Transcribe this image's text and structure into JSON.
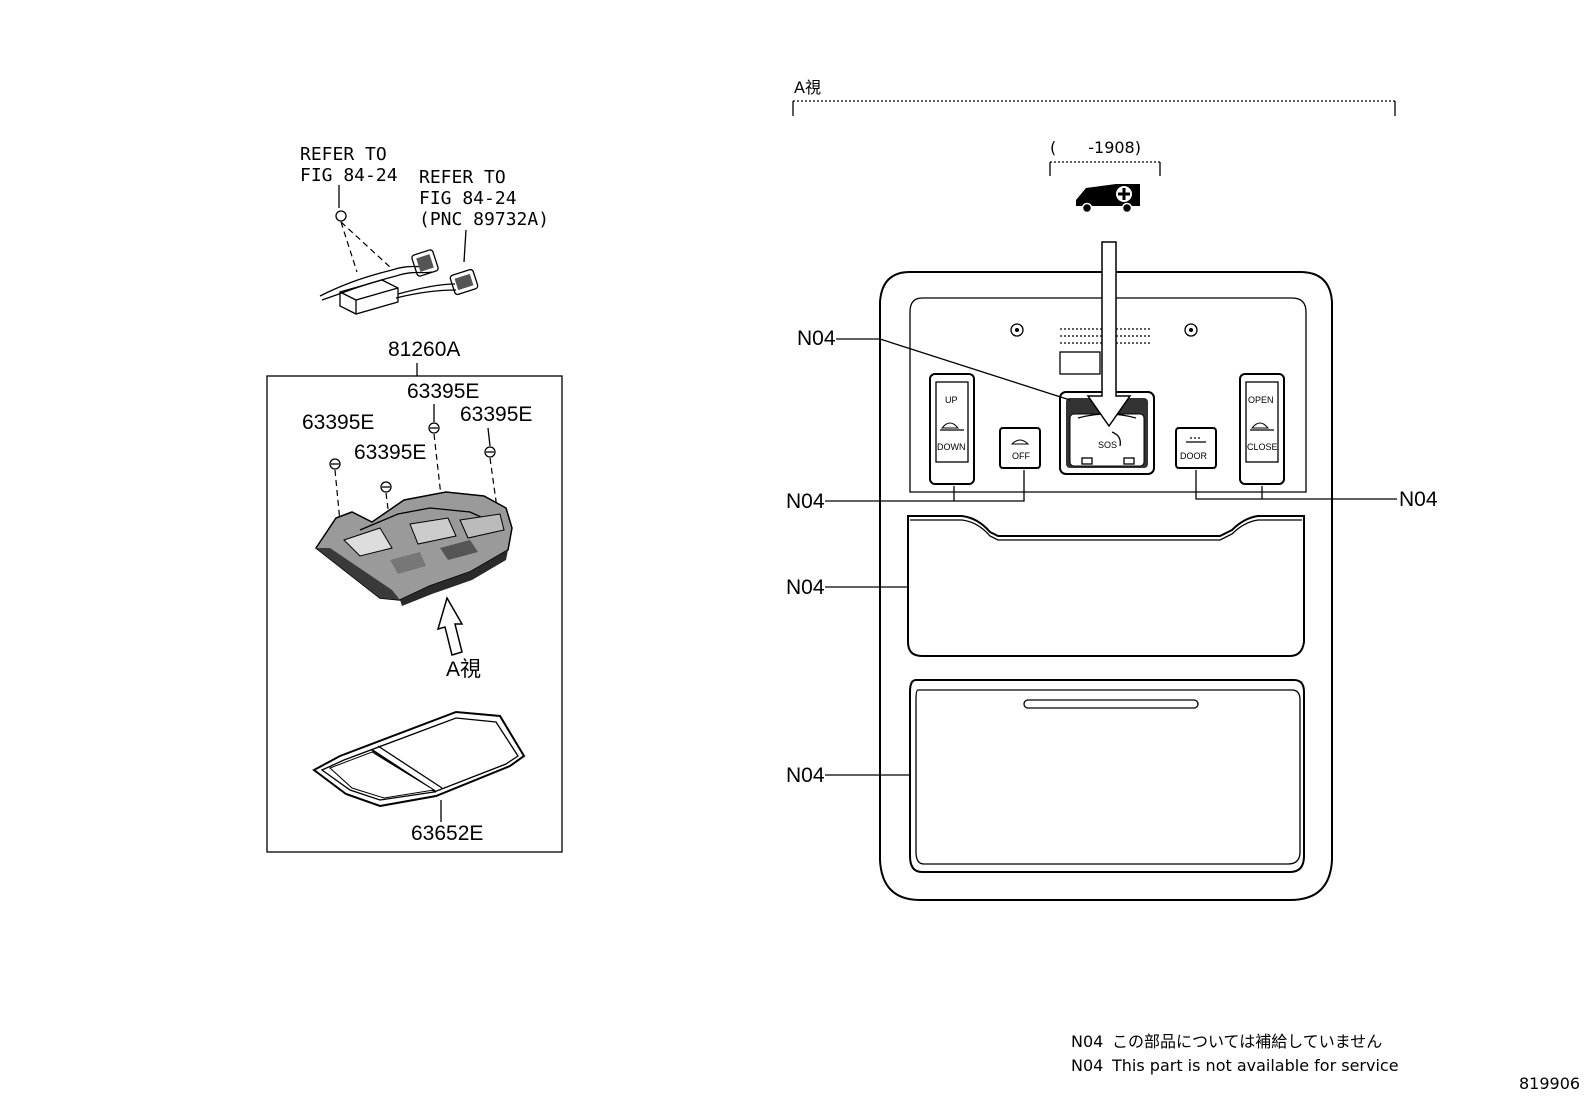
{
  "left": {
    "refer1": [
      "REFER TO",
      "FIG 84-24"
    ],
    "refer2": [
      "REFER TO",
      "FIG 84-24",
      "(PNC 89732A)"
    ],
    "assembly_label": "81260A",
    "screw_labels": [
      "63395E",
      "63395E",
      "63395E",
      "63395E"
    ],
    "view_label": "A視",
    "lens_label": "63652E"
  },
  "right": {
    "view_label": "A視",
    "range_label": "(　　-1908)",
    "callouts": [
      "N04",
      "N04",
      "N04",
      "N04",
      "N04"
    ],
    "buttons": {
      "up": "UP",
      "down": "DOWN",
      "off": "OFF",
      "sos": "SOS",
      "door": "DOOR",
      "open": "OPEN",
      "close": "CLOSE"
    }
  },
  "notes": [
    {
      "code": "N04",
      "text": "この部品については補給していません"
    },
    {
      "code": "N04",
      "text": "This part is not available for service"
    }
  ],
  "figure_id": "819906",
  "icons": [
    "screw-icon",
    "wire-harness-icon",
    "emergency-vehicle-icon",
    "sunroof-icon",
    "dome-light-icon",
    "view-arrow-icon"
  ]
}
